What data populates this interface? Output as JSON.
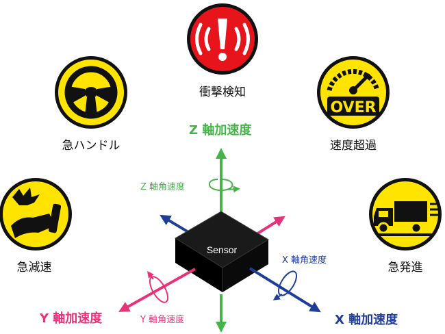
{
  "icons": [
    {
      "key": "impact",
      "label": "衝撃検知",
      "icon": "exclamation-alert-icon",
      "bg": "#e8141b"
    },
    {
      "key": "steering",
      "label": "急ハンドル",
      "icon": "steering-wheel-icon",
      "bg": "#ffe400"
    },
    {
      "key": "speed",
      "label": "速度超過",
      "icon": "speedometer-over-icon",
      "bg": "#ffe400",
      "badge": "OVER"
    },
    {
      "key": "brake",
      "label": "急減速",
      "icon": "brake-pedal-icon",
      "bg": "#ffe400"
    },
    {
      "key": "accel",
      "label": "急発進",
      "icon": "speeding-truck-icon",
      "bg": "#ffe400"
    }
  ],
  "sensor": {
    "label": "Sensor"
  },
  "axes": {
    "z": {
      "label": "Z 軸加速度",
      "angular_label": "Z 軸角速度",
      "color": "#44b449"
    },
    "x": {
      "label": "X 軸加速度",
      "angular_label": "X 軸角速度",
      "color": "#203e96"
    },
    "y": {
      "label": "Y 軸加速度",
      "angular_label": "Y 軸角速度",
      "color": "#e7327a"
    }
  }
}
